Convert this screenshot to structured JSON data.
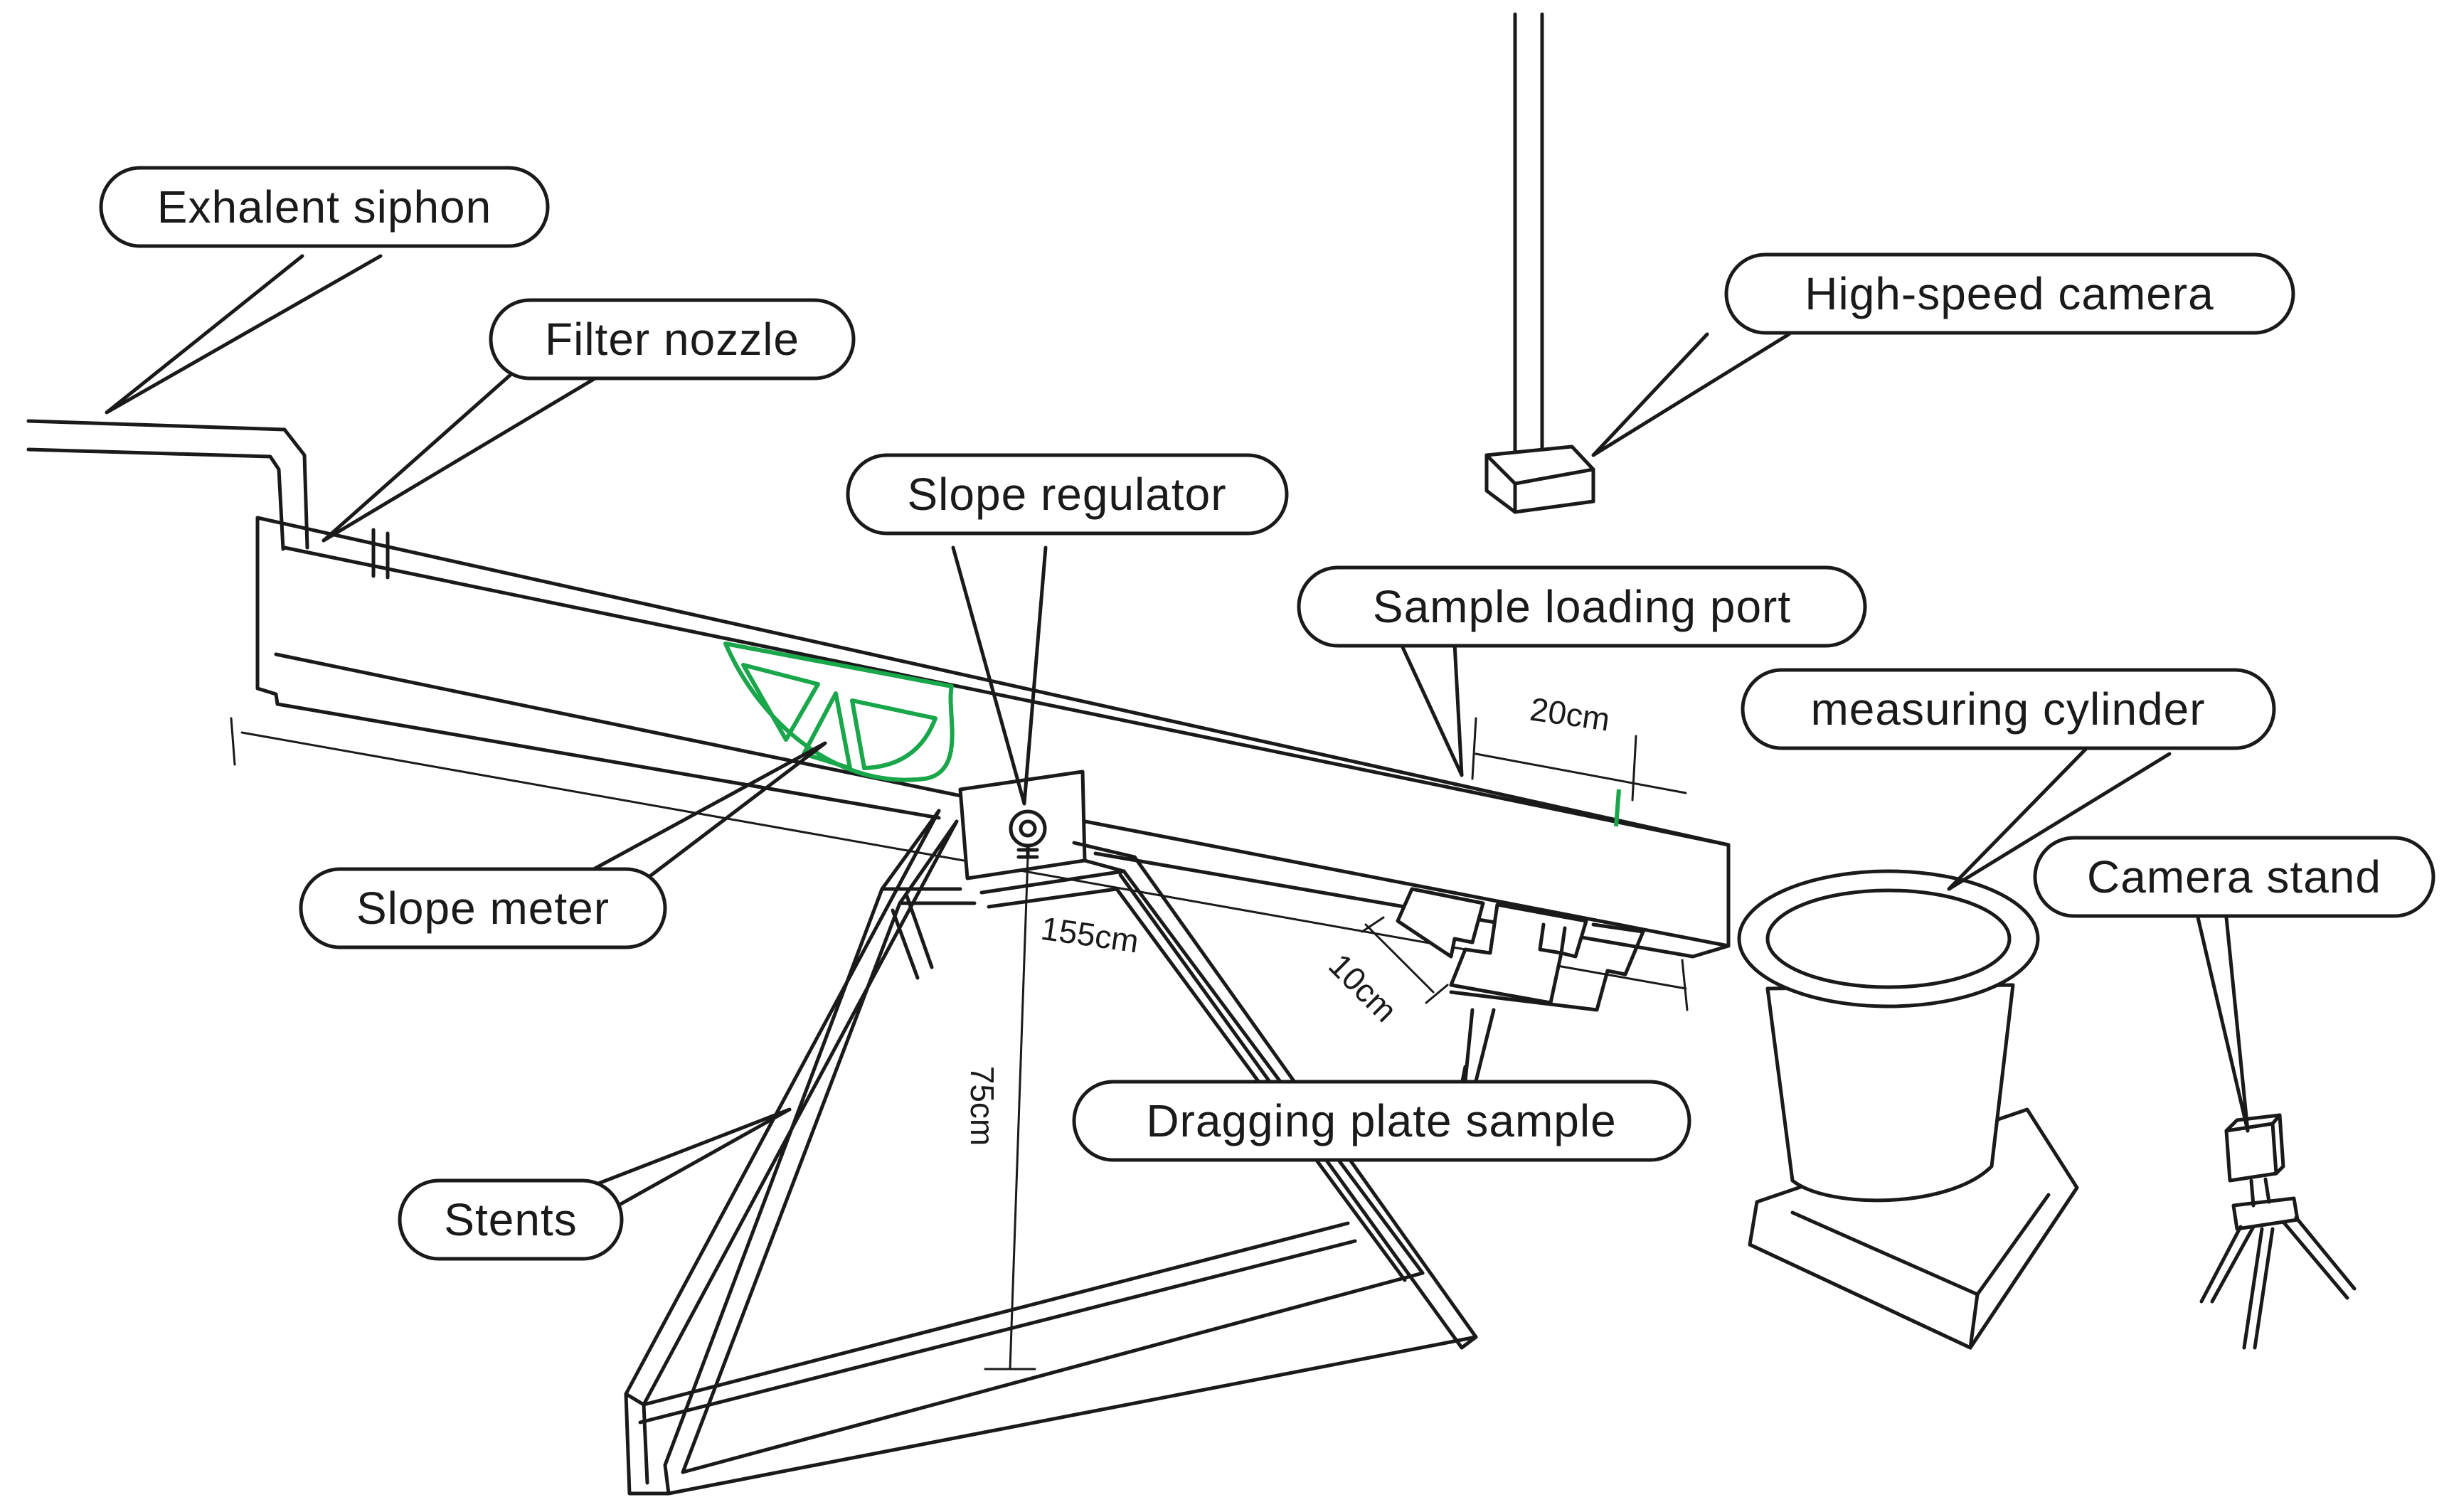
{
  "labels": {
    "exhalent_siphon": "Exhalent siphon",
    "filter_nozzle": "Filter nozzle",
    "slope_regulator": "Slope regulator",
    "high_speed_camera": "High-speed camera",
    "sample_loading_port": "Sample loading port",
    "measuring_cylinder": "measuring cylinder",
    "camera_stand": "Camera stand",
    "slope_meter": "Slope meter",
    "dragging_plate_sample": "Dragging plate sample",
    "stents": "Stents"
  },
  "dimensions": {
    "port_length": "20cm",
    "plate_width": "10cm",
    "flume_length": "155cm",
    "stand_height": "75cm"
  },
  "colors": {
    "line": "#1a1a1a",
    "slope_meter": "#1aa64a"
  }
}
